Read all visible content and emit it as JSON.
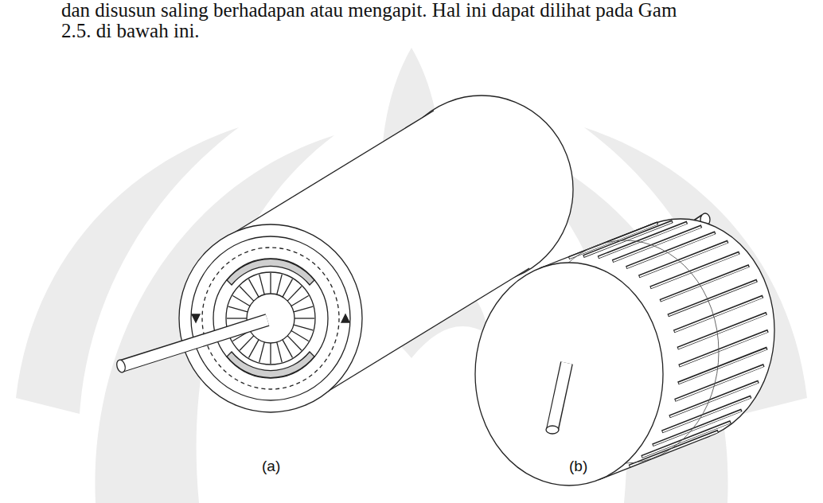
{
  "diagram": {
    "labels": [
      "dan disusun saling berhadapan atau mengapit. Hal ini dapat dilihat pada Gam",
      "2.5. di bawah ini.",
      "(a)",
      "(b)"
    ]
  }
}
